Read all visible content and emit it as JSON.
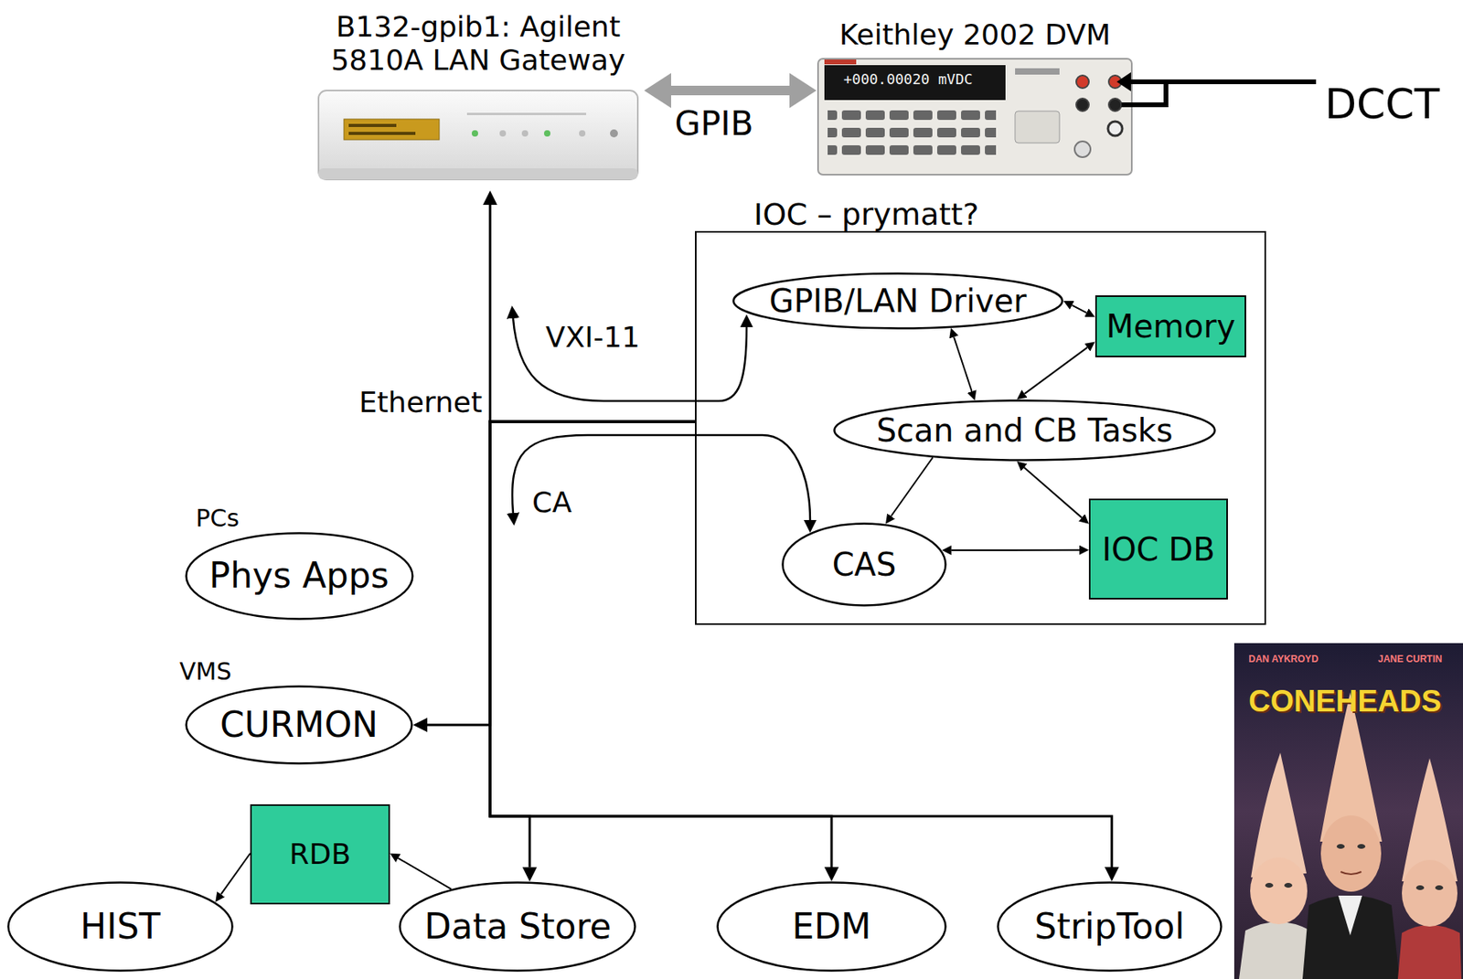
{
  "diagram": {
    "nodes": [
      {
        "text": [
          "B132-gpib1: Agilent 5810A LAN Gateway"
        ]
      },
      {
        "text": [
          "Keithley 2002 DVM"
        ]
      },
      {
        "text": [
          "IOC – prymatt?"
        ]
      },
      {
        "text": [
          "GPIB/LAN Driver"
        ],
        "in": 2
      },
      {
        "text": [
          "Memory"
        ],
        "in": 2
      },
      {
        "text": [
          "Scan and CB Tasks"
        ],
        "in": 2
      },
      {
        "text": [
          "CAS"
        ],
        "in": 2
      },
      {
        "text": [
          "IOC DB"
        ],
        "in": 2
      },
      {
        "text": [
          "PCs",
          "Phys Apps"
        ]
      },
      {
        "text": [
          "VMS",
          "CURMON"
        ]
      },
      {
        "text": [
          "RDB"
        ]
      },
      {
        "text": [
          "HIST"
        ]
      },
      {
        "text": [
          "Data Store"
        ]
      },
      {
        "text": [
          "EDM"
        ]
      },
      {
        "text": [
          "StripTool"
        ]
      }
    ],
    "edges": [
      {
        "from": 0,
        "to": 1,
        "arrow": "both",
        "label": "GPIB"
      },
      {
        "from": 3,
        "to": 4,
        "arrow": "both"
      },
      {
        "from": 3,
        "to": 5,
        "arrow": "both"
      },
      {
        "from": 5,
        "to": 4,
        "arrow": "both"
      },
      {
        "from": 5,
        "to": 6,
        "arrow": "to"
      },
      {
        "from": 5,
        "to": 7,
        "arrow": "both"
      },
      {
        "from": 6,
        "to": 7,
        "arrow": "both"
      },
      {
        "from": 2,
        "to": 0,
        "arrow": "to"
      },
      {
        "from": 2,
        "to": 9,
        "arrow": "to"
      },
      {
        "from": 2,
        "to": 12,
        "arrow": "to"
      },
      {
        "from": 2,
        "to": 13,
        "arrow": "to"
      },
      {
        "from": 2,
        "to": 14,
        "arrow": "to"
      },
      {
        "from": 12,
        "to": 10,
        "arrow": "to"
      },
      {
        "from": 10,
        "to": 11,
        "arrow": "to"
      }
    ],
    "labels": [
      "+000.00020 mVDC",
      "DCCT",
      "VXI-11",
      "Ethernet",
      "CA",
      "DAN AYKROYD",
      "JANE CURTIN",
      "CONEHEADS"
    ]
  }
}
